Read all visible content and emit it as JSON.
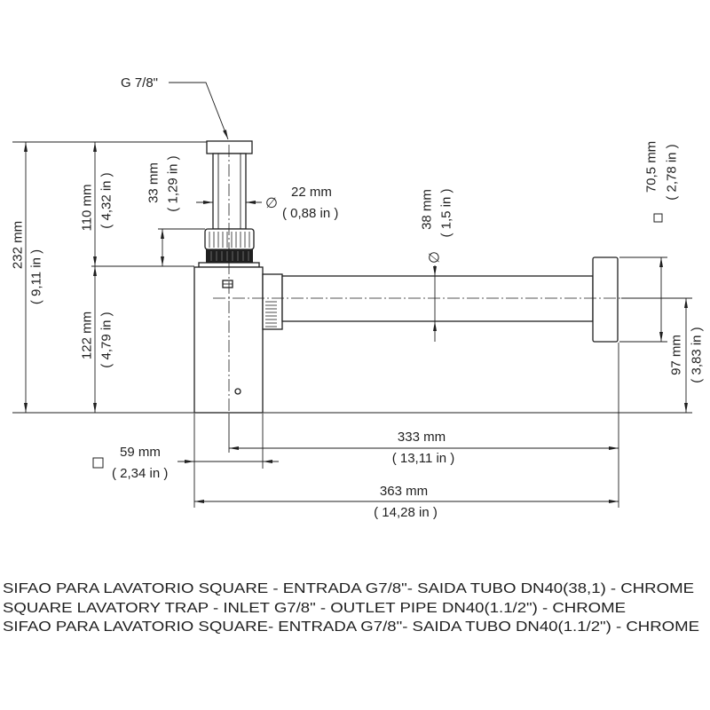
{
  "callout": {
    "thread": "G 7/8\""
  },
  "symbols": {
    "diameter": "∅"
  },
  "icons": {
    "square_section": "square-section-icon"
  },
  "colors": {
    "line": "#1f1f1f",
    "background": "#ffffff"
  },
  "dimensions": {
    "d232": {
      "mm": "232 mm",
      "in": "( 9,11 in )"
    },
    "d110": {
      "mm": "110 mm",
      "in": "( 4,32 in )"
    },
    "d122": {
      "mm": "122 mm",
      "in": "( 4,79 in )"
    },
    "d33": {
      "mm": "33 mm",
      "in": "( 1,29 in )"
    },
    "d22": {
      "mm": "22 mm",
      "in": "( 0,88 in )"
    },
    "d38": {
      "mm": "38 mm",
      "in": "( 1,5 in )"
    },
    "d70_5": {
      "mm": "70,5 mm",
      "in": "( 2,78 in )"
    },
    "d97": {
      "mm": "97 mm",
      "in": "( 3,83 in )"
    },
    "d59": {
      "mm": "59 mm",
      "in": "( 2,34 in )"
    },
    "d333": {
      "mm": "333 mm",
      "in": "( 13,11 in )"
    },
    "d363": {
      "mm": "363 mm",
      "in": "( 14,28 in )"
    }
  },
  "description": [
    "SIFAO PARA LAVATORIO SQUARE - ENTRADA G7/8\"- SAIDA TUBO DN40(38,1) - CHROME",
    "SQUARE LAVATORY TRAP - INLET G7/8\" - OUTLET PIPE DN40(1.1/2\") - CHROME",
    "SIFAO PARA LAVATORIO SQUARE- ENTRADA G7/8\"- SAIDA TUBO DN40(1.1/2\") - CHROME"
  ]
}
